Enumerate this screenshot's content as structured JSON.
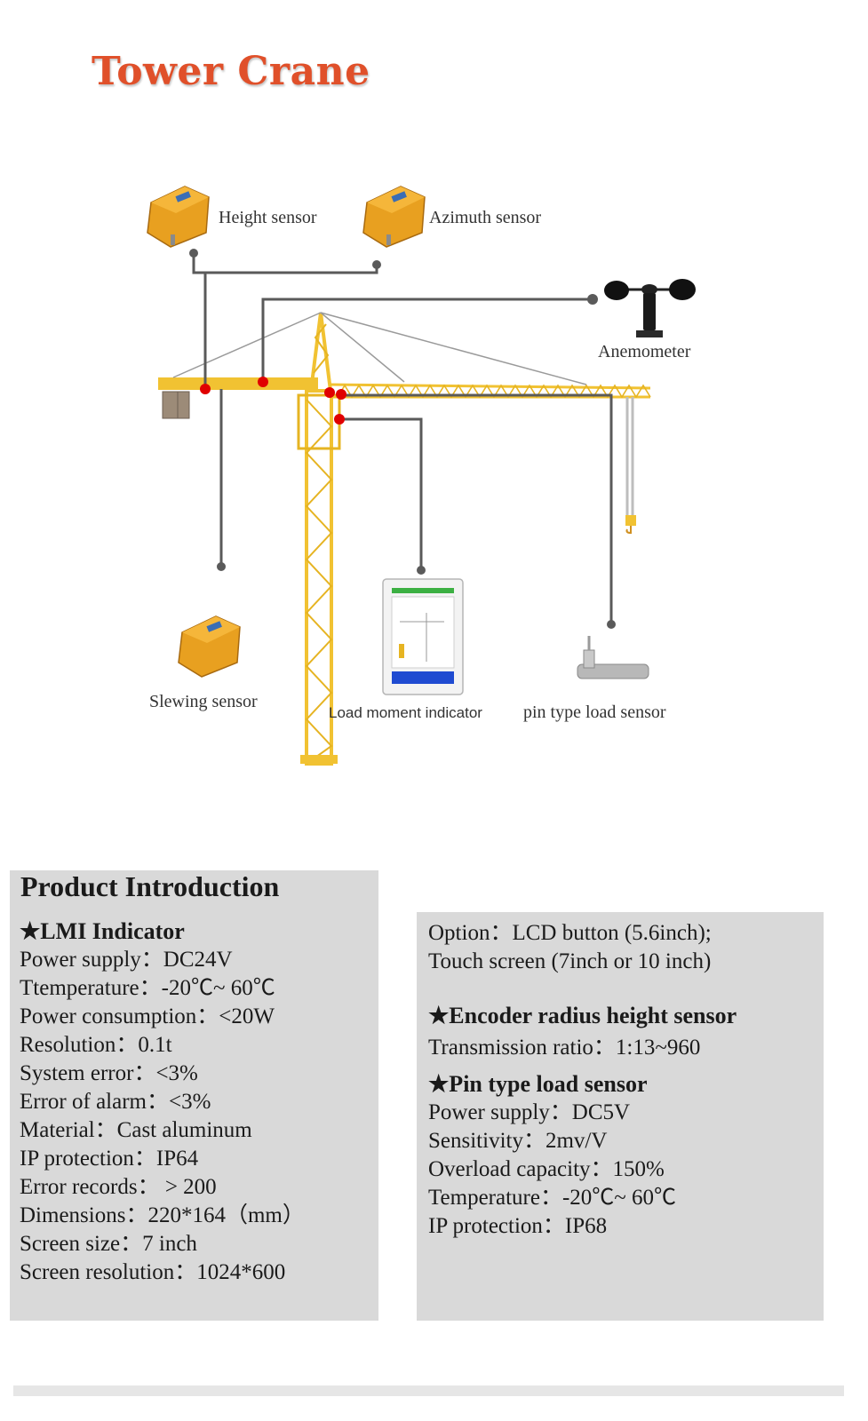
{
  "page": {
    "title": "Tower Crane"
  },
  "diagram_labels": {
    "height_sensor": "Height sensor",
    "azimuth_sensor": "Azimuth sensor",
    "anemometer": "Anemometer",
    "slewing_sensor": "Slewing sensor",
    "load_moment_indicator": "Load moment indicator",
    "pin_load_sensor": "pin type load sensor"
  },
  "product_intro": {
    "heading": "Product Introduction",
    "lmi": {
      "title": "★LMI Indicator",
      "specs": [
        "Power supply：DC24V",
        "Ttemperature：-20℃~ 60℃",
        "Power consumption：<20W",
        "Resolution：0.1t",
        "System error：<3%",
        "Error of alarm：<3%",
        "Material：Cast aluminum",
        "IP protection：IP64",
        "Error records： > 200",
        "Dimensions：220*164（mm）",
        "Screen size：7 inch",
        "Screen resolution：1024*600"
      ]
    },
    "option": {
      "lines": [
        "Option：LCD button (5.6inch);",
        "Touch screen (7inch or 10 inch)"
      ]
    },
    "encoder": {
      "title": "★Encoder radius height sensor",
      "specs": [
        "Transmission ratio：1:13~960"
      ]
    },
    "pin_sensor": {
      "title": "★Pin type load sensor",
      "specs": [
        "Power supply：DC5V",
        "Sensitivity：2mv/V",
        "Overload capacity：150%",
        "Temperature：-20℃~ 60℃",
        "IP protection：IP68"
      ]
    }
  },
  "colors": {
    "title": "#e0502a",
    "crane": "#f1c232",
    "sensor_body": "#e8a020",
    "wire": "#5a5a5a",
    "marker": "#e00000",
    "panel": "#d9d9d9"
  }
}
